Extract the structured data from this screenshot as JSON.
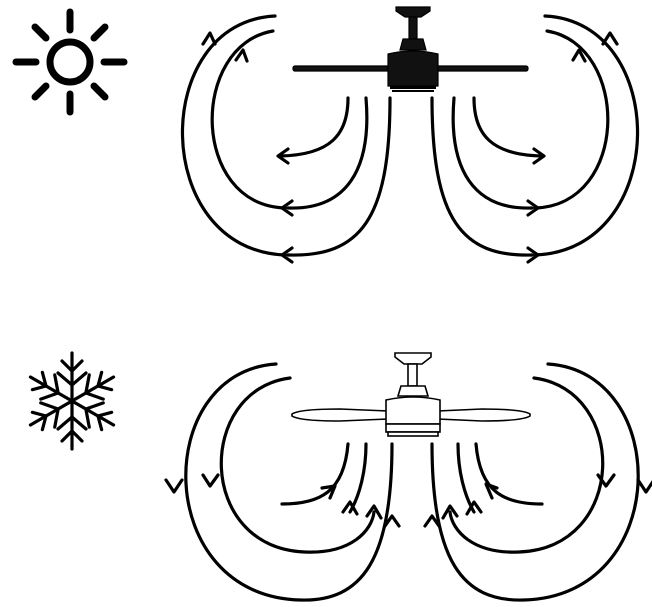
{
  "diagram": {
    "panels": [
      {
        "mode_icon": "sun-icon",
        "airflow": "downward",
        "fan_style": "dark"
      },
      {
        "mode_icon": "snowflake-icon",
        "airflow": "upward",
        "fan_style": "light"
      }
    ]
  },
  "colors": {
    "stroke": "#000000",
    "background": "#ffffff"
  }
}
